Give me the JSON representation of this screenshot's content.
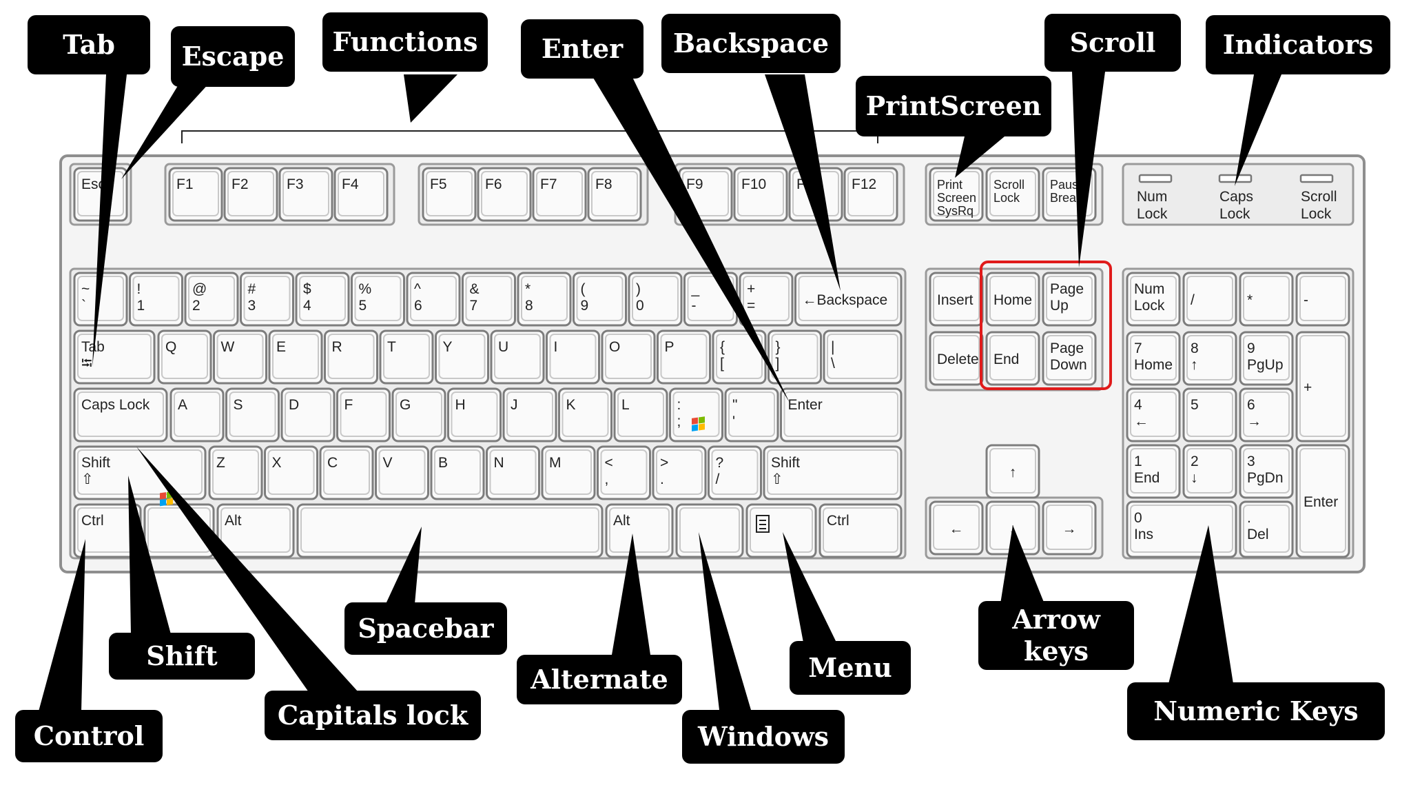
{
  "keyboard": {
    "escape": "Esc",
    "f_keys": [
      "F1",
      "F2",
      "F3",
      "F4",
      "F5",
      "F6",
      "F7",
      "F8",
      "F9",
      "F10",
      "F11",
      "F12"
    ],
    "system_keys": [
      [
        "Print",
        "Screen",
        "SysRq"
      ],
      [
        "Scroll",
        "Lock"
      ],
      [
        "Pause",
        "Break"
      ]
    ],
    "indicators": [
      [
        "Num",
        "Lock"
      ],
      [
        "Caps",
        "Lock"
      ],
      [
        "Scroll",
        "Lock"
      ]
    ],
    "number_row": [
      [
        "~",
        "`"
      ],
      [
        "!",
        "1"
      ],
      [
        "@",
        "2"
      ],
      [
        "#",
        "3"
      ],
      [
        "$",
        "4"
      ],
      [
        "%",
        "5"
      ],
      [
        "^",
        "6"
      ],
      [
        "&",
        "7"
      ],
      [
        "*",
        "8"
      ],
      [
        "(",
        "9"
      ],
      [
        ")",
        "0"
      ],
      [
        "_",
        "-"
      ],
      [
        "+",
        "="
      ]
    ],
    "backspace": "←Backspace",
    "tab": "Tab",
    "qwerty_row": [
      "Q",
      "W",
      "E",
      "R",
      "T",
      "Y",
      "U",
      "I",
      "O",
      "P"
    ],
    "qwerty_extra": [
      [
        "{",
        "["
      ],
      [
        "}",
        "]"
      ],
      [
        "|",
        "\\"
      ]
    ],
    "caps_lock": "Caps Lock",
    "home_row": [
      "A",
      "S",
      "D",
      "F",
      "G",
      "H",
      "J",
      "K",
      "L"
    ],
    "home_extra": [
      [
        ":",
        ";"
      ],
      [
        "\"",
        "'"
      ]
    ],
    "enter": "Enter",
    "shift": "Shift",
    "bottom_letters": [
      "Z",
      "X",
      "C",
      "V",
      "B",
      "N",
      "M"
    ],
    "bottom_extra": [
      [
        "<",
        ","
      ],
      [
        ">",
        "."
      ],
      [
        "?",
        "/"
      ]
    ],
    "ctrl": "Ctrl",
    "alt": "Alt",
    "nav_keys": [
      [
        "Insert"
      ],
      [
        "Home"
      ],
      [
        "Page",
        "Up"
      ],
      [
        "Delete"
      ],
      [
        "End"
      ],
      [
        "Page",
        "Down"
      ]
    ],
    "arrows": [
      "↑",
      "←",
      "↓",
      "→"
    ],
    "numpad": {
      "num_lock": [
        "Num",
        "Lock"
      ],
      "divide": "/",
      "multiply": "*",
      "minus": "-",
      "plus": "+",
      "enter": "Enter",
      "n7": [
        "7",
        "Home"
      ],
      "n8": [
        "8",
        "↑"
      ],
      "n9": [
        "9",
        "PgUp"
      ],
      "n4": [
        "4",
        "←"
      ],
      "n5": [
        "5"
      ],
      "n6": [
        "6",
        "→"
      ],
      "n1": [
        "1",
        "End"
      ],
      "n2": [
        "2",
        "↓"
      ],
      "n3": [
        "3",
        "PgDn"
      ],
      "n0": [
        "0",
        "Ins"
      ],
      "decimal": [
        ".",
        "Del"
      ]
    }
  },
  "labels": {
    "tab": "Tab",
    "escape": "Escape",
    "functions": "Functions",
    "enter": "Enter",
    "backspace": "Backspace",
    "scroll": "Scroll",
    "indicators": "Indicators",
    "printscreen": "PrintScreen",
    "spacebar": "Spacebar",
    "shift": "Shift",
    "control": "Control",
    "capitals_lock": "Capitals lock",
    "alternate": "Alternate",
    "windows": "Windows",
    "menu": "Menu",
    "arrow_keys": "Arrow keys",
    "numeric_keys": "Numeric Keys"
  },
  "colors": {
    "label_bg": "#000000",
    "label_text": "#ffffff",
    "highlight": "#e01b1b",
    "key_face": "#fafafa",
    "key_border": "#7d7d7d"
  }
}
